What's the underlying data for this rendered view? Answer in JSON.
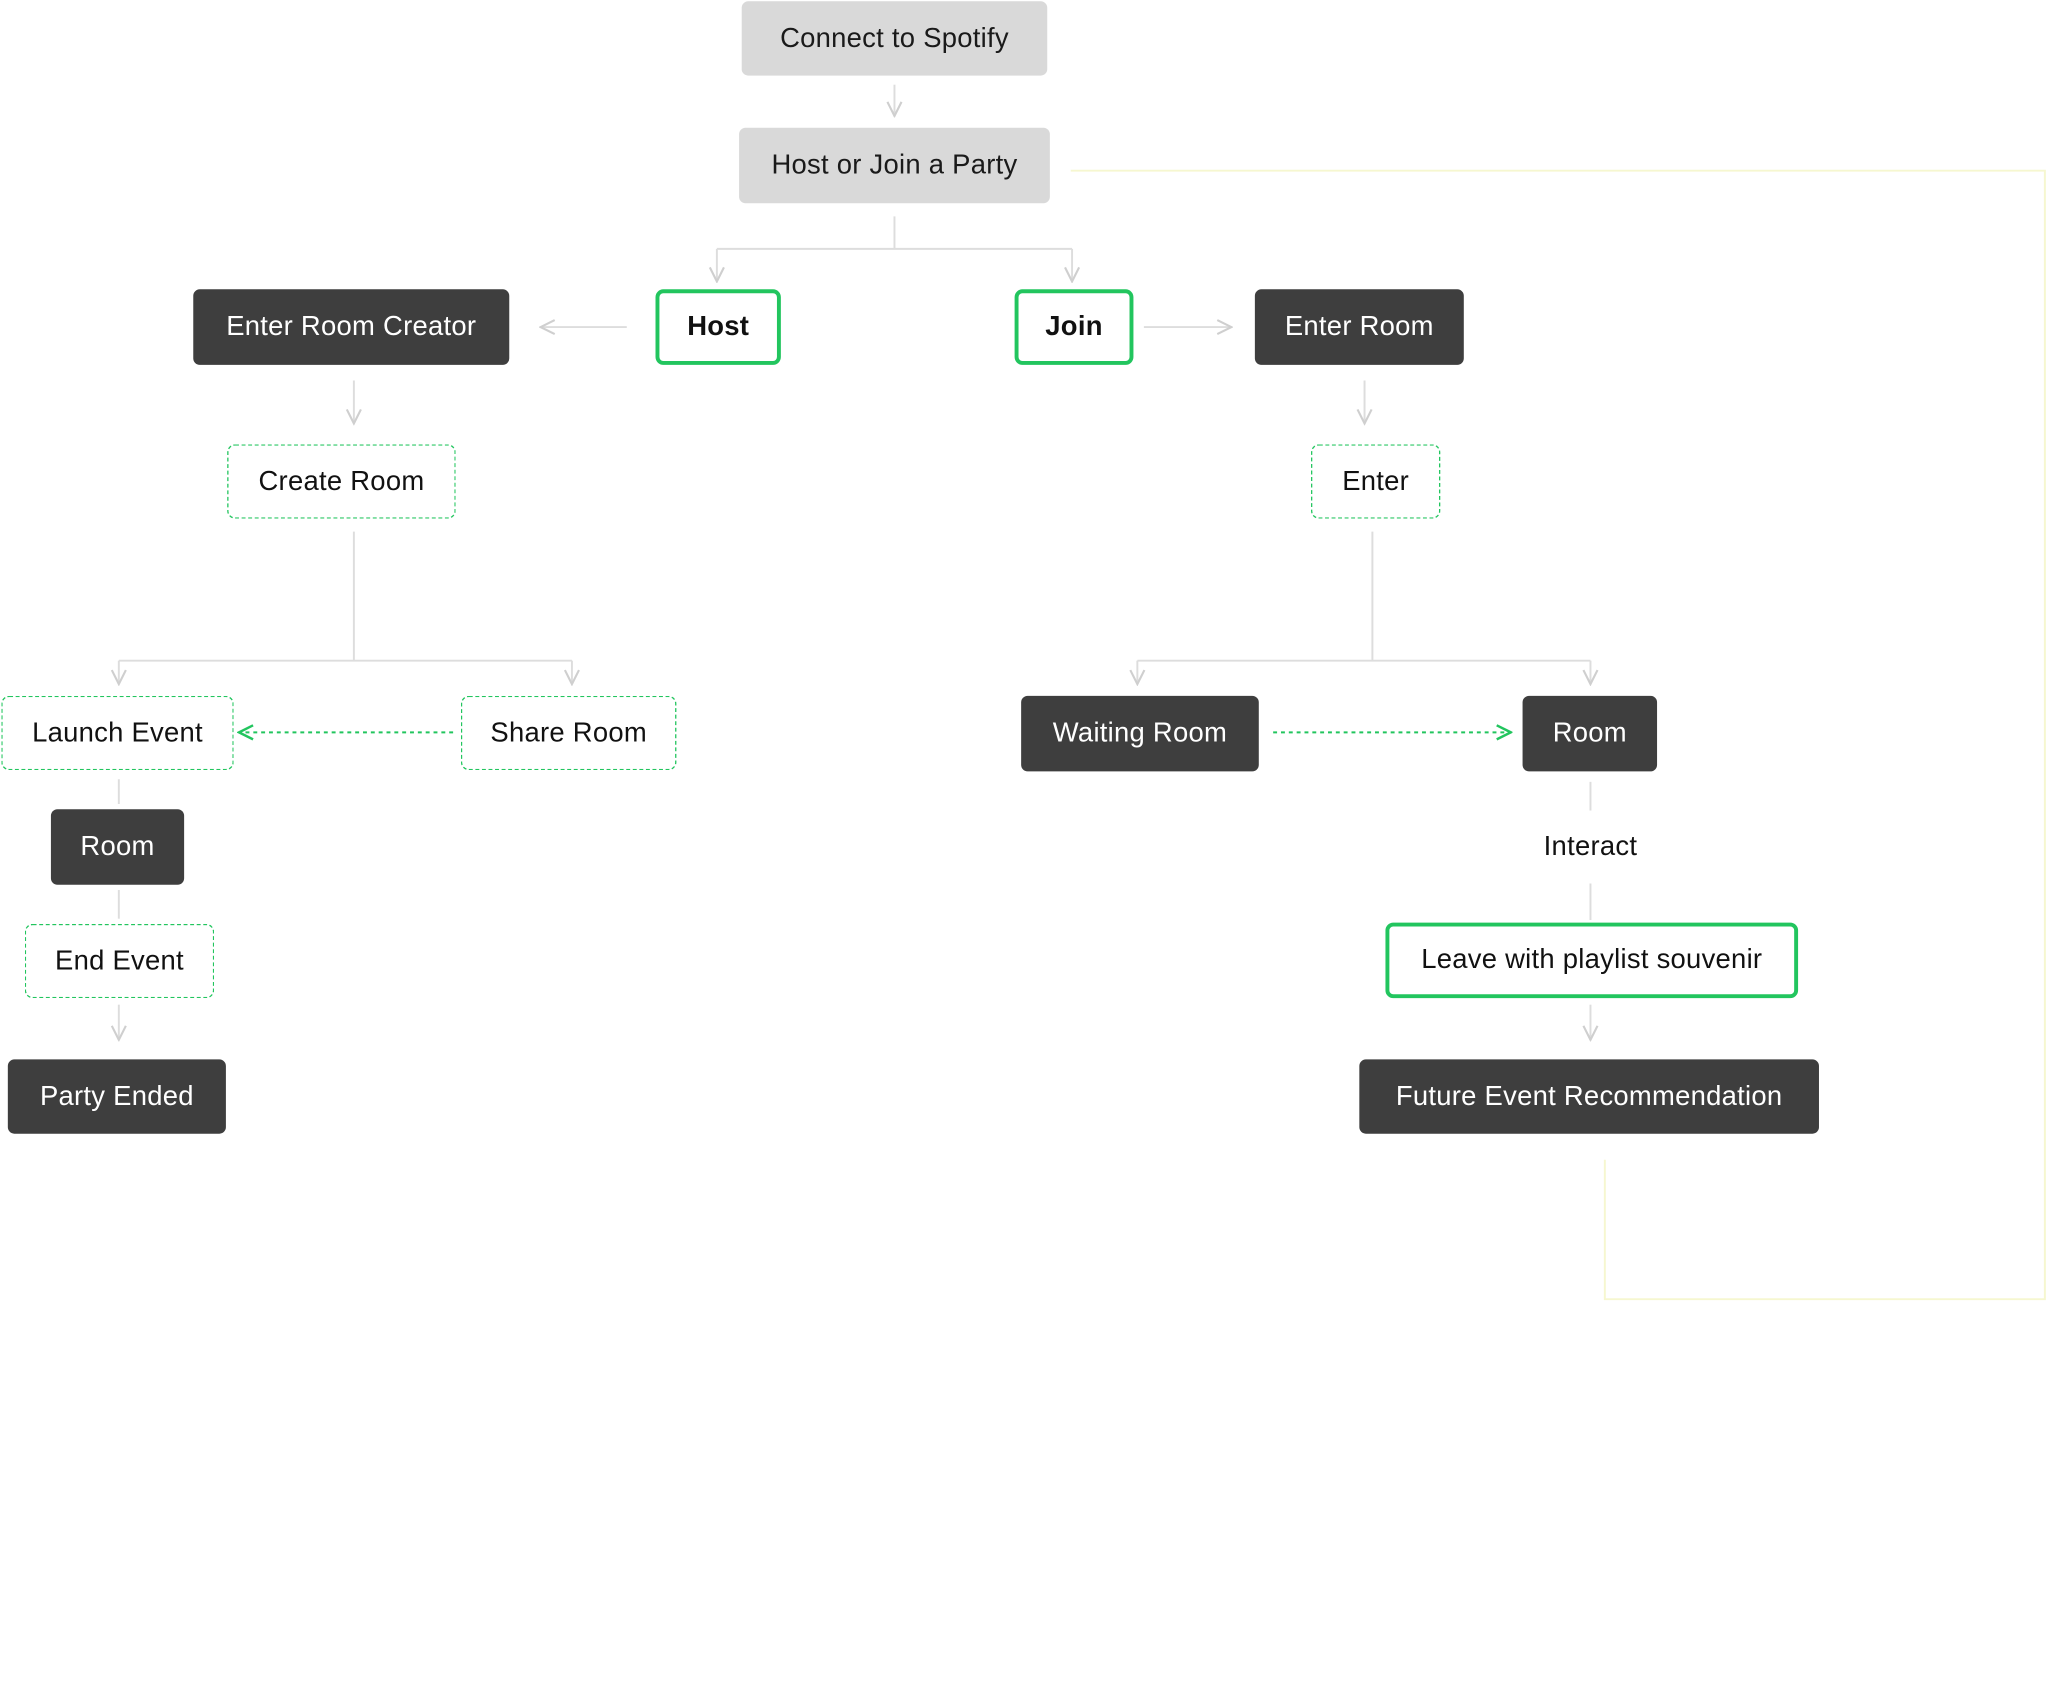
{
  "diagram": {
    "nodes": {
      "connect_spotify": "Connect to Spotify",
      "host_or_join": "Host or Join a Party",
      "host": "Host",
      "join": "Join",
      "enter_room_creator": "Enter Room Creator",
      "enter_room": "Enter Room",
      "create_room": "Create Room",
      "enter": "Enter",
      "launch_event": "Launch Event",
      "share_room": "Share Room",
      "waiting_room": "Waiting Room",
      "room_join": "Room",
      "room_host": "Room",
      "interact": "Interact",
      "end_event": "End Event",
      "leave_souvenir": "Leave with playlist souvenir",
      "party_ended": "Party Ended",
      "future_event": "Future Event Recommendation"
    },
    "colors": {
      "accent_green": "#22c55e",
      "dark_node": "#3e3e3e",
      "light_node": "#d9d9d9",
      "connector": "#dddddd",
      "loop_line": "#f6f7d0"
    }
  }
}
